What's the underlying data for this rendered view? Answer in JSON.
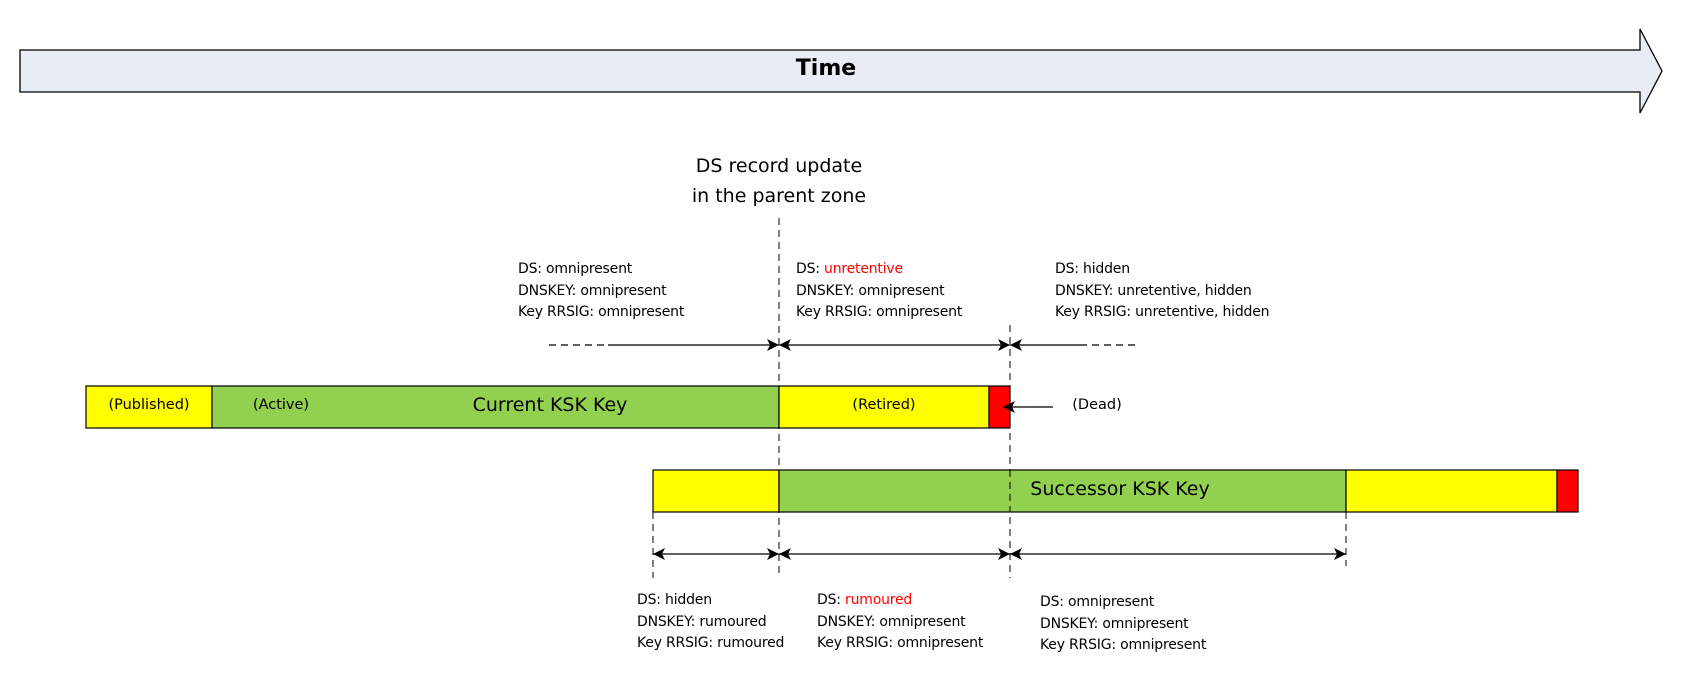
{
  "time_arrow": {
    "label": "Time"
  },
  "event": {
    "line1": "DS record update",
    "line2": "in the parent zone"
  },
  "colors": {
    "published": "#ffff00",
    "active": "#92d050",
    "retired": "#ffff00",
    "dead": "#ff0000",
    "time_arrow_fill": "#e8edf5",
    "highlight_text": "#ff0000"
  },
  "current_key": {
    "name": "Current KSK Key",
    "phases": {
      "published": "(Published)",
      "active": "(Active)",
      "retired": "(Retired)",
      "dead": "(Dead)"
    }
  },
  "successor_key": {
    "name": "Successor KSK Key"
  },
  "current_states": [
    {
      "ds_label": "DS: ",
      "ds_value": "omnipresent",
      "ds_highlight": false,
      "dnskey": "DNSKEY: omnipresent",
      "rrsig": "Key RRSIG: omnipresent"
    },
    {
      "ds_label": "DS: ",
      "ds_value": "unretentive",
      "ds_highlight": true,
      "dnskey": "DNSKEY: omnipresent",
      "rrsig": "Key RRSIG: omnipresent"
    },
    {
      "ds_label": "DS: ",
      "ds_value": "hidden",
      "ds_highlight": false,
      "dnskey": "DNSKEY: unretentive, hidden",
      "rrsig": "Key RRSIG: unretentive, hidden"
    }
  ],
  "successor_states": [
    {
      "ds_label": "DS: ",
      "ds_value": "hidden",
      "ds_highlight": false,
      "dnskey": "DNSKEY: rumoured",
      "rrsig": "Key RRSIG: rumoured"
    },
    {
      "ds_label": "DS: ",
      "ds_value": "rumoured",
      "ds_highlight": true,
      "dnskey": "DNSKEY: omnipresent",
      "rrsig": "Key RRSIG: omnipresent"
    },
    {
      "ds_label": "DS: ",
      "ds_value": "omnipresent",
      "ds_highlight": false,
      "dnskey": "DNSKEY: omnipresent",
      "rrsig": "Key RRSIG: omnipresent"
    }
  ]
}
